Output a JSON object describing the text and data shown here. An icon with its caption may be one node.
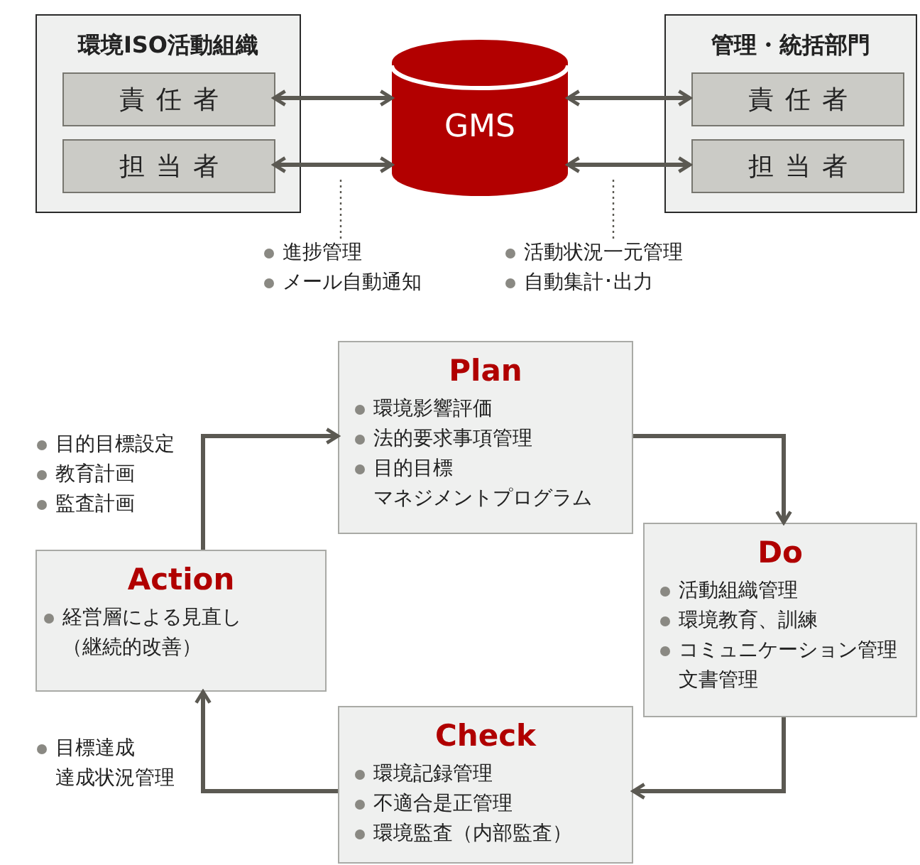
{
  "diagram": {
    "nodes": [
      {
        "text": [
          "環境ISO活動組織"
        ]
      },
      {
        "text": [
          "責任者"
        ],
        "in": 0
      },
      {
        "text": [
          "担当者"
        ],
        "in": 0
      },
      {
        "text": [
          "GMS"
        ]
      },
      {
        "text": [
          "管理・統括部門"
        ]
      },
      {
        "text": [
          "責任者"
        ],
        "in": 4
      },
      {
        "text": [
          "担当者"
        ],
        "in": 4
      },
      {
        "text": [
          "Plan",
          "環境影響評価",
          "法的要求事項管理",
          "目的目標マネジメントプログラム"
        ]
      },
      {
        "text": [
          "Do",
          "活動組織管理",
          "環境教育、訓練",
          "コミュニケーション管理文書管理"
        ]
      },
      {
        "text": [
          "Check",
          "環境記録管理",
          "不適合是正管理",
          "環境監査（内部監査）"
        ]
      },
      {
        "text": [
          "Action",
          "経営層による見直し（継続的改善）"
        ]
      },
      {
        "text": [
          "進捗管理",
          "メール自動通知"
        ]
      },
      {
        "text": [
          "活動状況一元管理",
          "自動集計･出力"
        ]
      }
    ],
    "edges": [
      {
        "from": 1,
        "to": 3,
        "arrow": "both"
      },
      {
        "from": 2,
        "to": 3,
        "arrow": "both"
      },
      {
        "from": 3,
        "to": 5,
        "arrow": "both"
      },
      {
        "from": 3,
        "to": 6,
        "arrow": "both"
      },
      {
        "from": 7,
        "to": 8,
        "arrow": "to"
      },
      {
        "from": 8,
        "to": 9,
        "arrow": "to"
      },
      {
        "from": 9,
        "to": 10,
        "arrow": "to"
      },
      {
        "from": 10,
        "to": 7,
        "arrow": "to"
      },
      {
        "from": 11,
        "to": null,
        "arrow": "none",
        "style": "dashed"
      },
      {
        "from": 12,
        "to": null,
        "arrow": "none",
        "style": "dashed"
      }
    ],
    "labels": [
      "目的目標設定",
      "教育計画",
      "監査計画",
      "目標達成達成状況管理"
    ]
  }
}
